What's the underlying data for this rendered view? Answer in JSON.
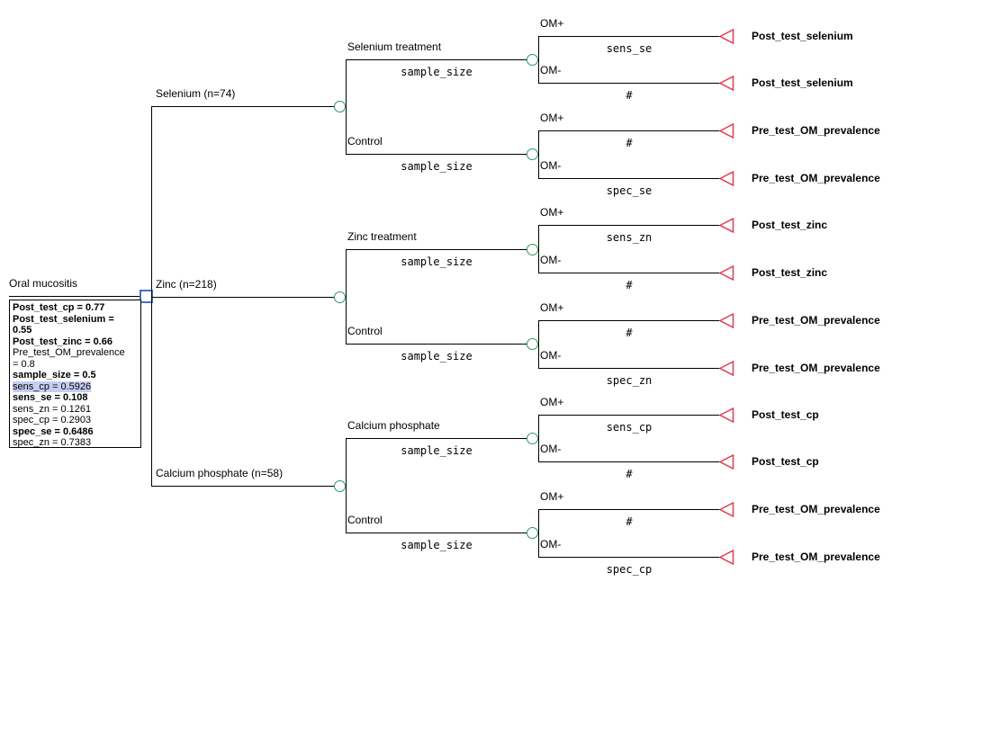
{
  "colors": {
    "line": "#000000",
    "decision_node": "#466ed2",
    "chance_node": "#2d9662",
    "terminal_node": "#e13c50",
    "variable_highlight": "#c7cdf2"
  },
  "root": {
    "label": "Oral mucositis"
  },
  "variables": {
    "lines": [
      "Post_test_cp = 0.77",
      "Post_test_selenium =",
      "0.55",
      "Post_test_zinc = 0.66",
      "Pre_test_OM_prevalence",
      "= 0.8",
      "sample_size = 0.5",
      "sens_cp = 0.5926",
      "sens_se = 0.108",
      "sens_zn = 0.1261",
      "spec_cp = 0.2903",
      "spec_se = 0.6486",
      "spec_zn = 0.7383"
    ]
  },
  "tree": {
    "groups": [
      {
        "label": "Selenium (n=74)",
        "arms": [
          {
            "label": "Selenium treatment",
            "prob": "sample_size",
            "outcomes": [
              {
                "label": "OM+",
                "prob": "sens_se",
                "payoff": "Post_test_selenium"
              },
              {
                "label": "OM-",
                "prob": "#",
                "payoff": "Post_test_selenium"
              }
            ]
          },
          {
            "label": "Control",
            "prob": "sample_size",
            "outcomes": [
              {
                "label": "OM+",
                "prob": "#",
                "payoff": "Pre_test_OM_prevalence"
              },
              {
                "label": "OM-",
                "prob": "spec_se",
                "payoff": "Pre_test_OM_prevalence"
              }
            ]
          }
        ]
      },
      {
        "label": "Zinc (n=218)",
        "arms": [
          {
            "label": "Zinc treatment",
            "prob": "sample_size",
            "outcomes": [
              {
                "label": "OM+",
                "prob": "sens_zn",
                "payoff": "Post_test_zinc"
              },
              {
                "label": "OM-",
                "prob": "#",
                "payoff": "Post_test_zinc"
              }
            ]
          },
          {
            "label": "Control",
            "prob": "sample_size",
            "outcomes": [
              {
                "label": "OM+",
                "prob": "#",
                "payoff": "Pre_test_OM_prevalence"
              },
              {
                "label": "OM-",
                "prob": "spec_zn",
                "payoff": "Pre_test_OM_prevalence"
              }
            ]
          }
        ]
      },
      {
        "label": "Calcium phosphate (n=58)",
        "arms": [
          {
            "label": "Calcium phosphate",
            "prob": "sample_size",
            "outcomes": [
              {
                "label": "OM+",
                "prob": "sens_cp",
                "payoff": "Post_test_cp"
              },
              {
                "label": "OM-",
                "prob": "#",
                "payoff": "Post_test_cp"
              }
            ]
          },
          {
            "label": "Control",
            "prob": "sample_size",
            "outcomes": [
              {
                "label": "OM+",
                "prob": "#",
                "payoff": "Pre_test_OM_prevalence"
              },
              {
                "label": "OM-",
                "prob": "spec_cp",
                "payoff": "Pre_test_OM_prevalence"
              }
            ]
          }
        ]
      }
    ]
  }
}
